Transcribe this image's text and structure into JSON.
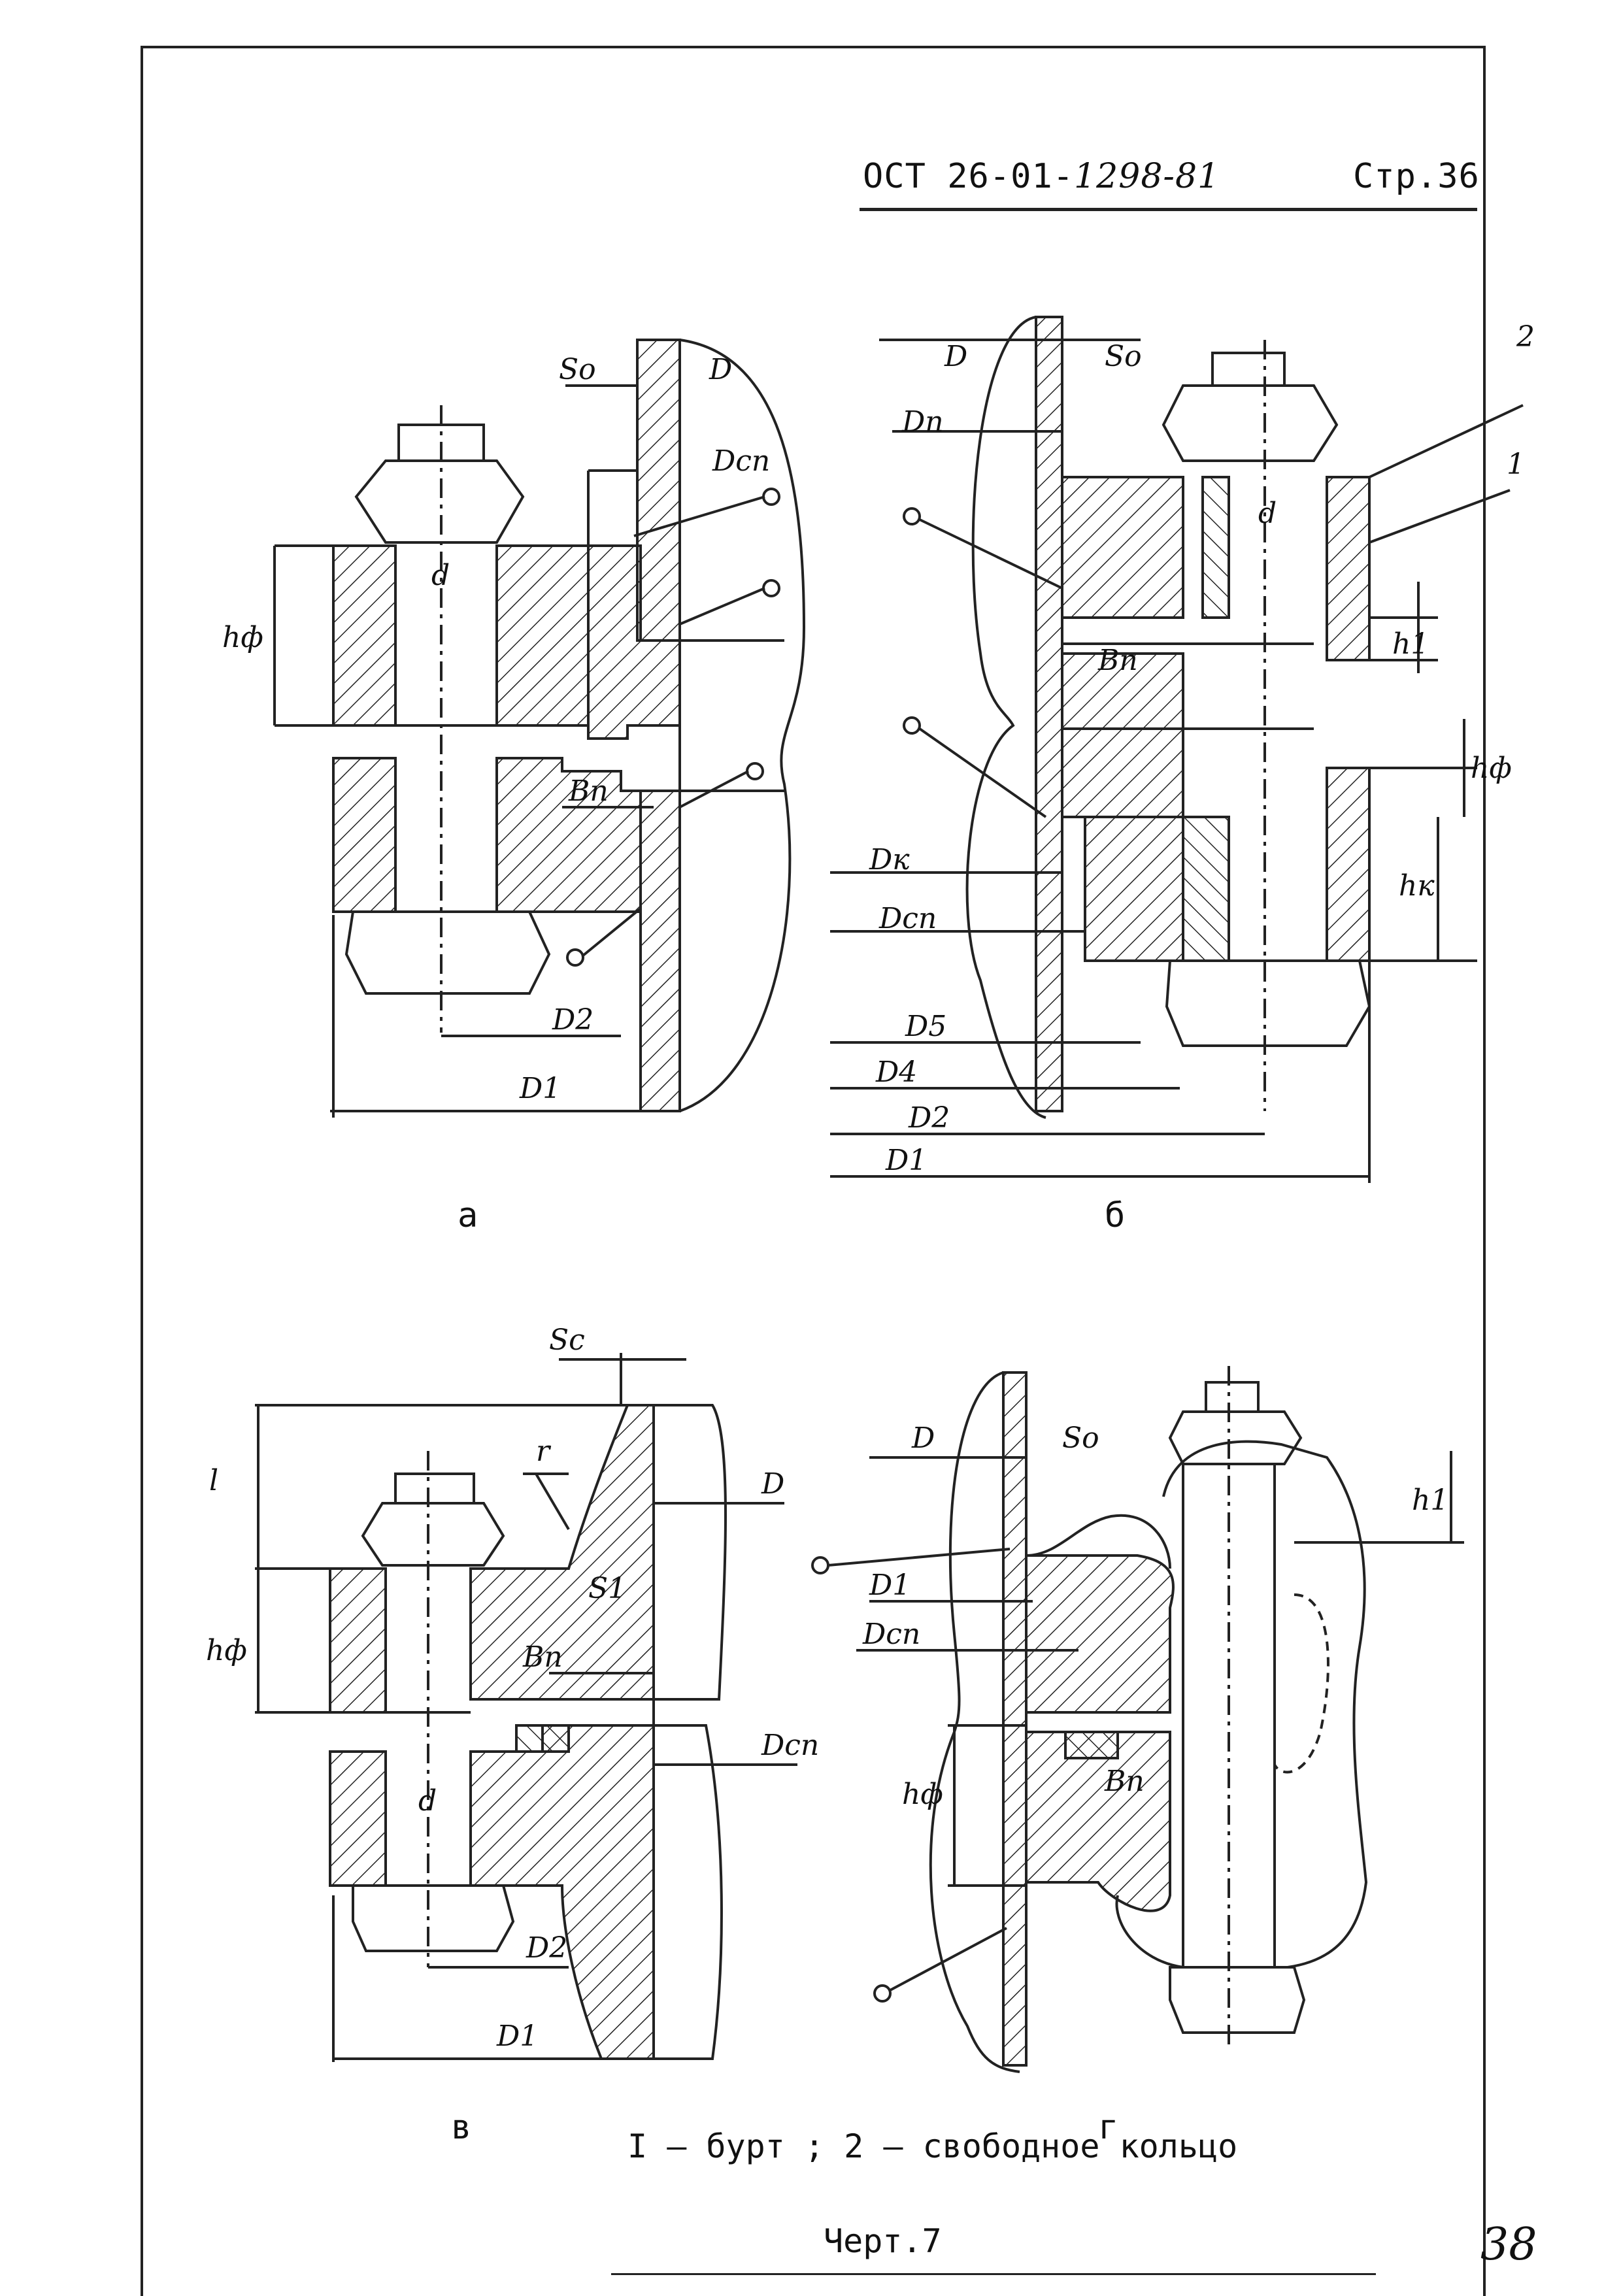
{
  "header": {
    "doc_prefix": "ОСТ 26-01-",
    "doc_handwritten": "1298-81",
    "page_label": "Стр.36"
  },
  "figures": {
    "a": {
      "caption": "а",
      "labels": {
        "S0": "So",
        "D": "D",
        "Dsp": "Dсп",
        "hf": "hф",
        "d": "d",
        "Bp": "Bп",
        "D2": "D2",
        "D1": "D1"
      }
    },
    "b": {
      "caption": "б",
      "labels": {
        "D": "D",
        "S0": "So",
        "Dp": "Dп",
        "d": "d",
        "n2": "2",
        "n1": "1",
        "h1": "h1",
        "Bp": "Bп",
        "hf": "hф",
        "hk": "hк",
        "Dk": "Dк",
        "Dsp": "Dсп",
        "D5": "D5",
        "D4": "D4",
        "D2": "D2",
        "D1": "D1"
      }
    },
    "v": {
      "caption": "в",
      "labels": {
        "Sc": "Sc",
        "l": "l",
        "r": "r",
        "D": "D",
        "hf": "hф",
        "S1": "S1",
        "Bp": "Bп",
        "d": "d",
        "Dsp": "Dсп",
        "D2": "D2",
        "D1": "D1"
      }
    },
    "g": {
      "caption": "г",
      "labels": {
        "D": "D",
        "S0": "So",
        "h1": "h1",
        "D1": "D1",
        "Dsp": "Dсп",
        "hf": "hф",
        "Bp": "Bп"
      }
    }
  },
  "legend": "I – бурт ;   2 – свободное кольцо",
  "chart_label": "Черт.7",
  "page_number": "38"
}
